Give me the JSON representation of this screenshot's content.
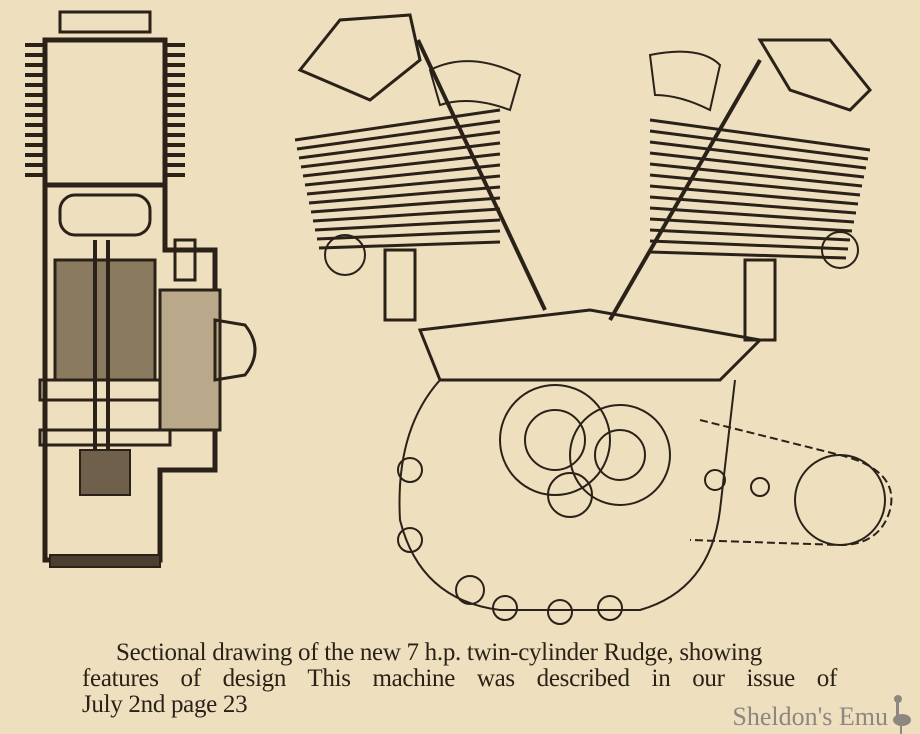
{
  "caption": {
    "line1": "Sectional drawing of the new 7 h.p. twin-cylinder Rudge, showing",
    "line2": "features of design   This machine was described in our issue of",
    "line3": "July 2nd page 23"
  },
  "watermark": "Sheldon's Emu",
  "colors": {
    "paper": "#eedfbf",
    "ink": "#2a2218",
    "watermark": "#8c8780"
  }
}
